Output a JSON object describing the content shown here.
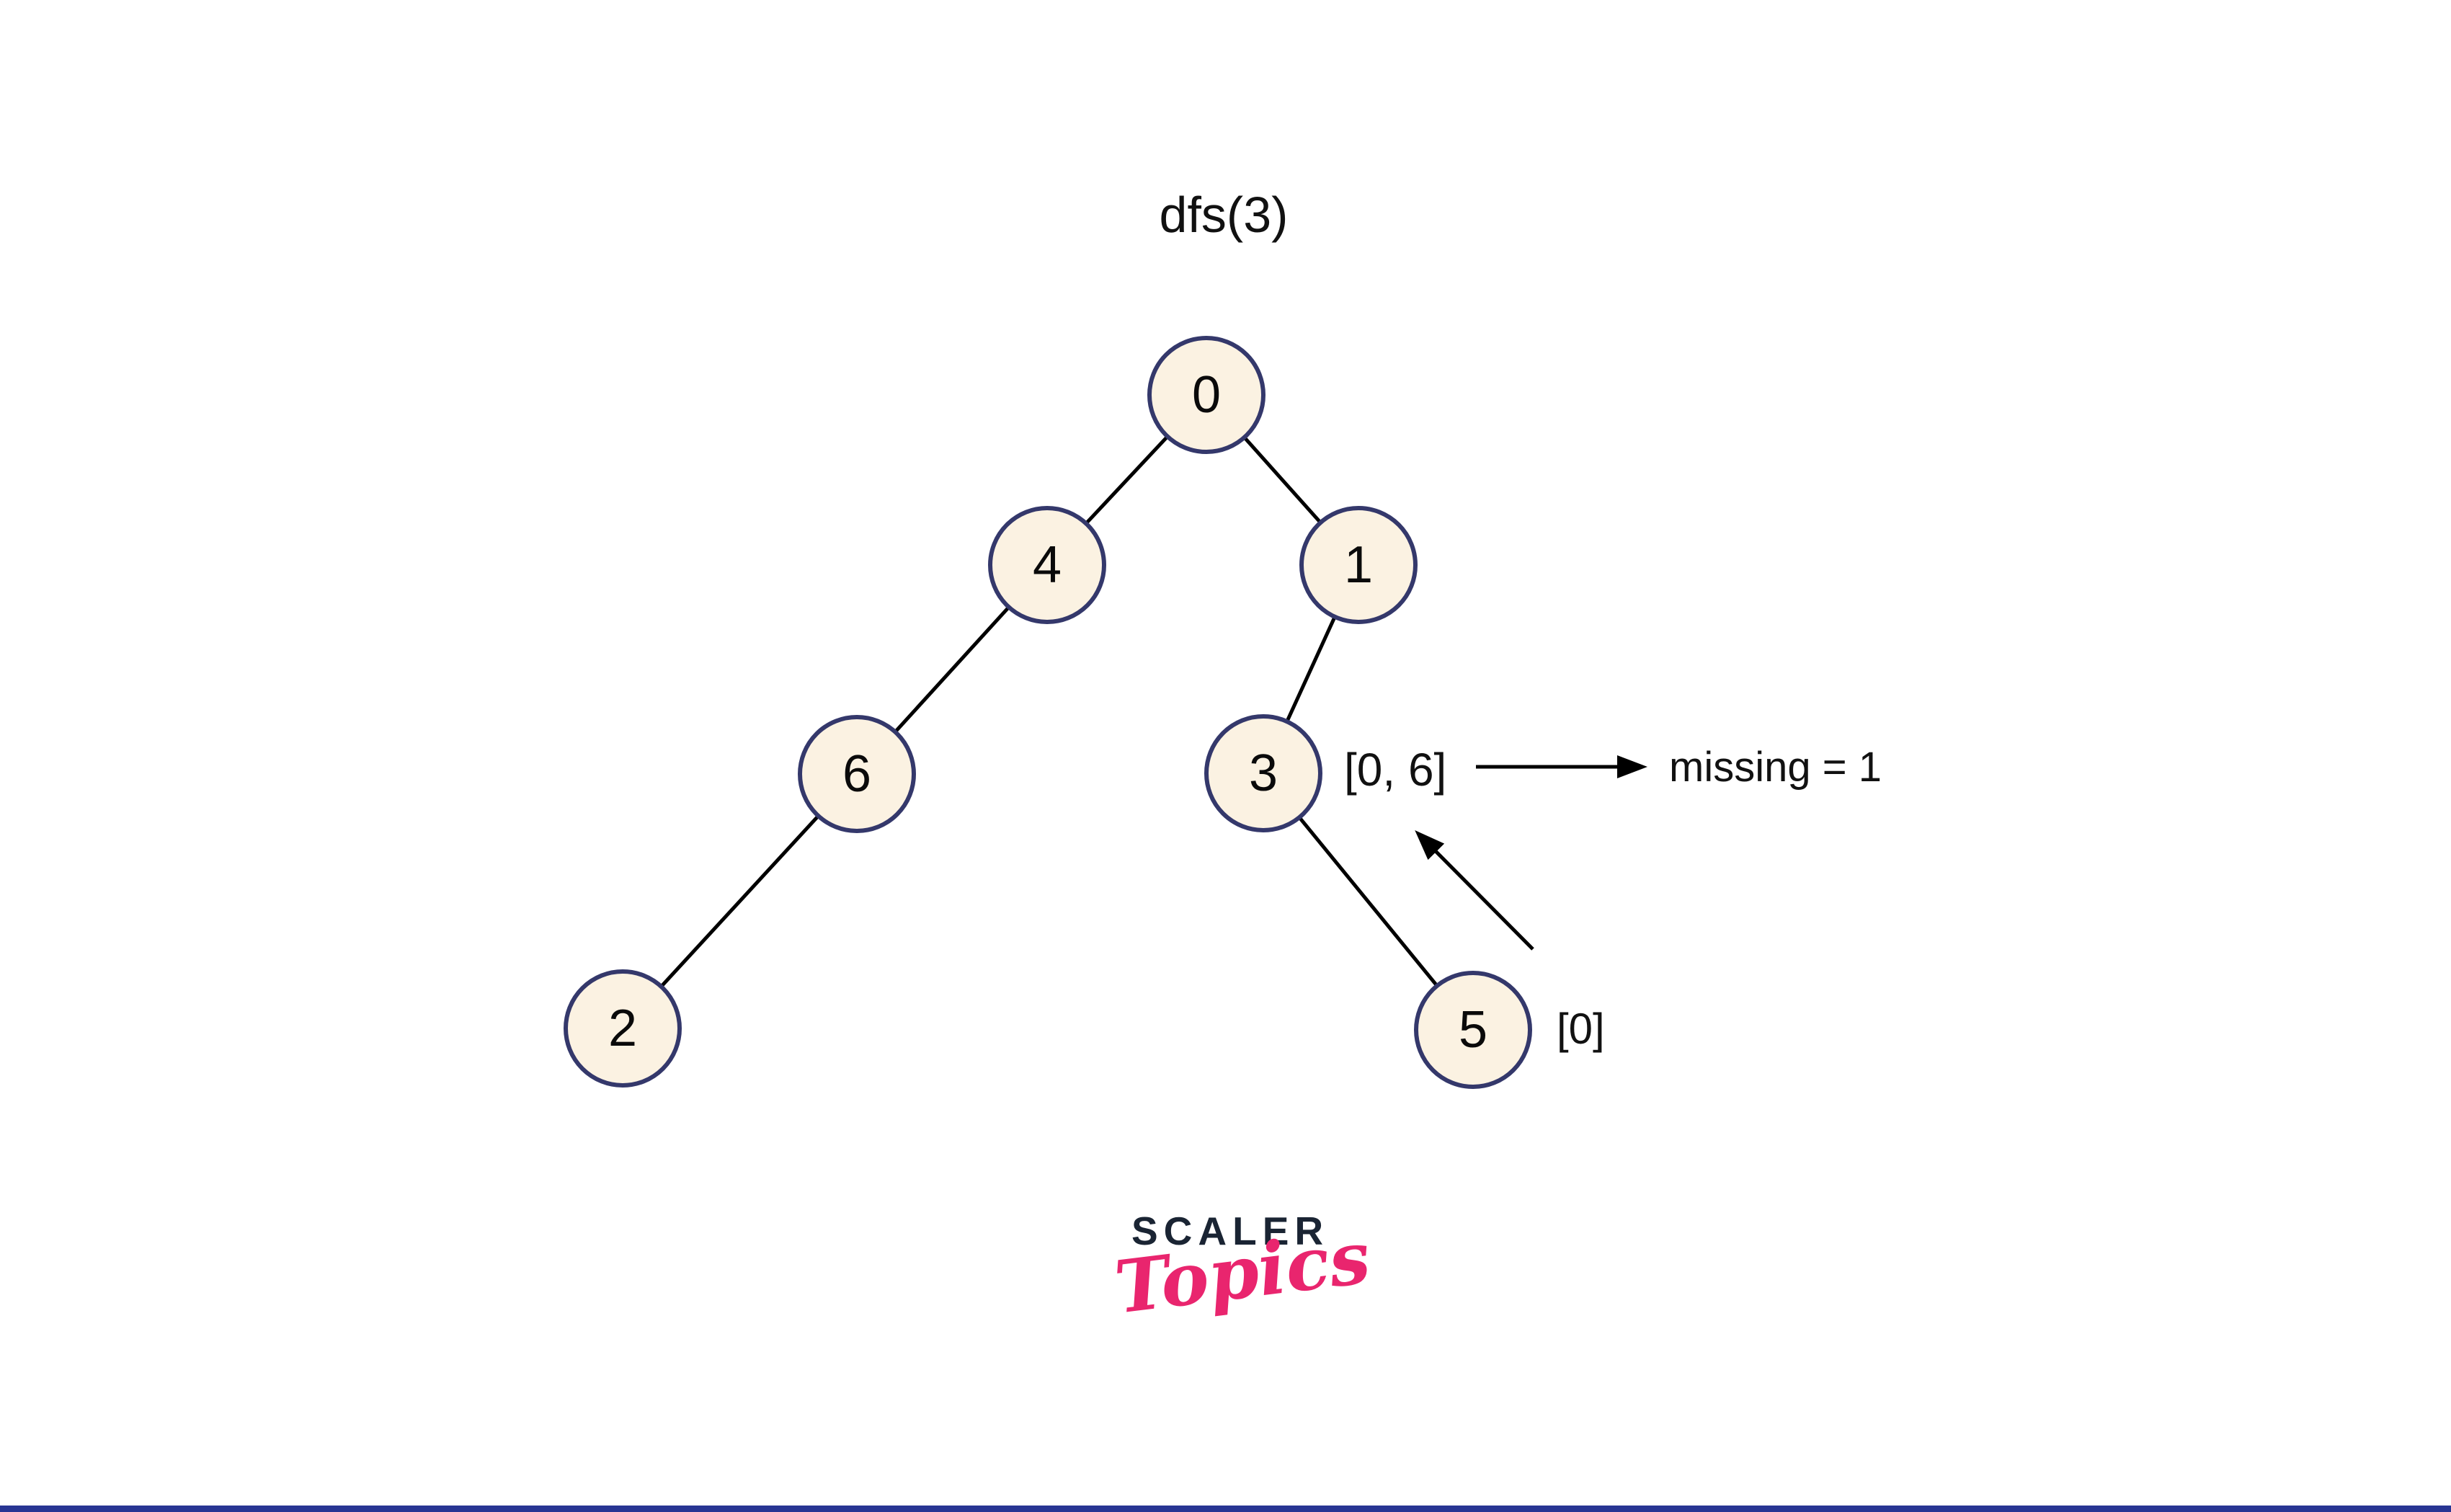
{
  "diagram": {
    "title": "dfs(3)",
    "nodes": [
      {
        "id": "0",
        "label": "0"
      },
      {
        "id": "4",
        "label": "4"
      },
      {
        "id": "1",
        "label": "1"
      },
      {
        "id": "6",
        "label": "6"
      },
      {
        "id": "3",
        "label": "3"
      },
      {
        "id": "2",
        "label": "2"
      },
      {
        "id": "5",
        "label": "5"
      }
    ],
    "edges": [
      [
        "0",
        "4"
      ],
      [
        "0",
        "1"
      ],
      [
        "4",
        "6"
      ],
      [
        "1",
        "3"
      ],
      [
        "6",
        "2"
      ],
      [
        "3",
        "5"
      ]
    ],
    "annotations": {
      "node3_interval": "[0, 6]",
      "missing_text": "missing = 1",
      "node5_interval": "[0]"
    },
    "colors": {
      "node_fill": "#fbf2e2",
      "node_border": "#34386b",
      "edge": "#000000",
      "text": "#111111"
    }
  },
  "logo": {
    "brand": "SCALER",
    "sub": "Topics",
    "brand_color": "#1a2433",
    "sub_color": "#e9256e"
  },
  "footer": {
    "bar_color": "#283593"
  }
}
